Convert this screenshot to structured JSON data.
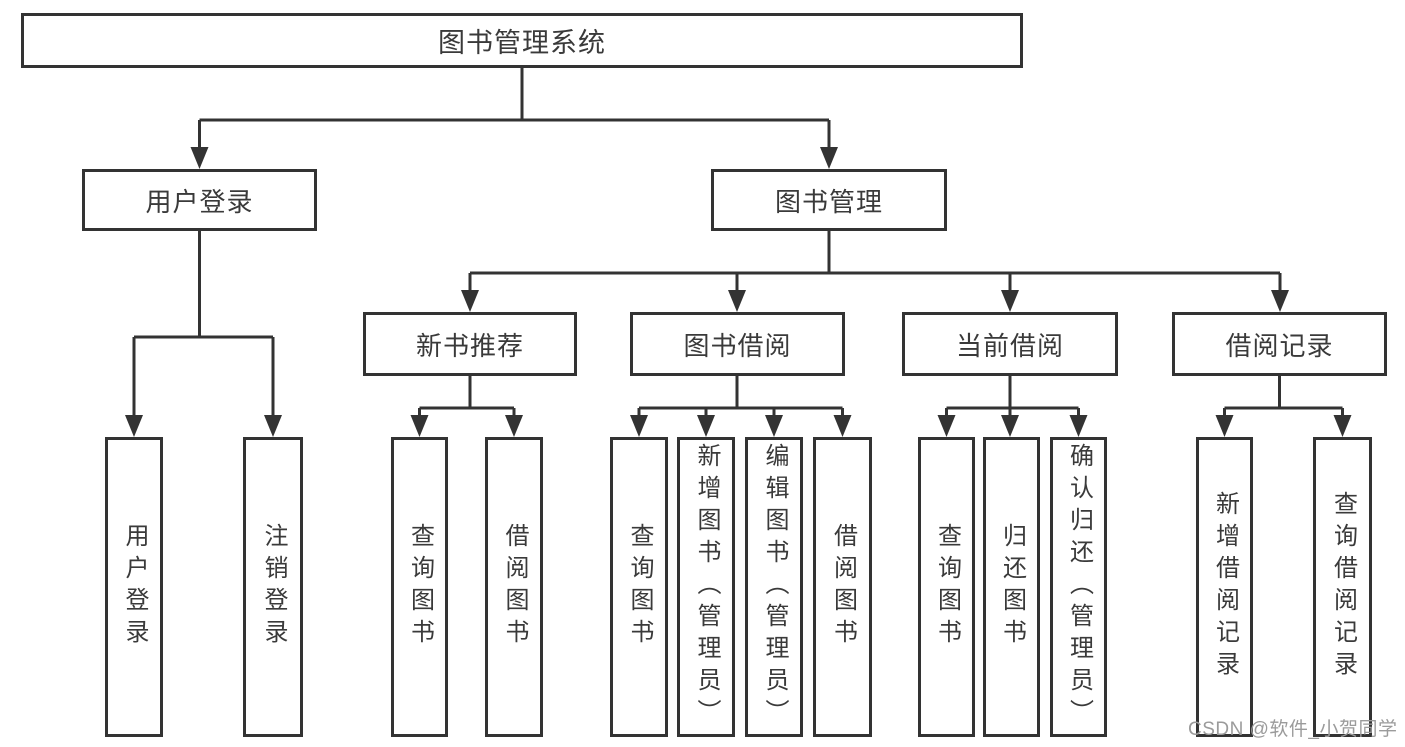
{
  "diagram": {
    "root": {
      "label": "图书管理系统"
    },
    "level2": [
      {
        "label": "用户登录"
      },
      {
        "label": "图书管理"
      }
    ],
    "level3": [
      {
        "label": "新书推荐"
      },
      {
        "label": "图书借阅"
      },
      {
        "label": "当前借阅"
      },
      {
        "label": "借阅记录"
      }
    ],
    "leaves": {
      "user_login": [
        {
          "label": "用户登录"
        },
        {
          "label": "注销登录"
        }
      ],
      "new_books": [
        {
          "label": "查询图书"
        },
        {
          "label": "借阅图书"
        }
      ],
      "book_borrow": [
        {
          "label": "查询图书"
        },
        {
          "label": "新增图书（管理员）"
        },
        {
          "label": "编辑图书（管理员）"
        },
        {
          "label": "借阅图书"
        }
      ],
      "current_borrow": [
        {
          "label": "查询图书"
        },
        {
          "label": "归还图书"
        },
        {
          "label": "确认归还（管理员）"
        }
      ],
      "records": [
        {
          "label": "新增借阅记录"
        },
        {
          "label": "查询借阅记录"
        }
      ]
    }
  },
  "watermark": "CSDN @软件_小贺同学",
  "colors": {
    "line": "#333333",
    "text": "#3a3a3a",
    "watermark": "#9b9b9b",
    "background": "#ffffff"
  }
}
